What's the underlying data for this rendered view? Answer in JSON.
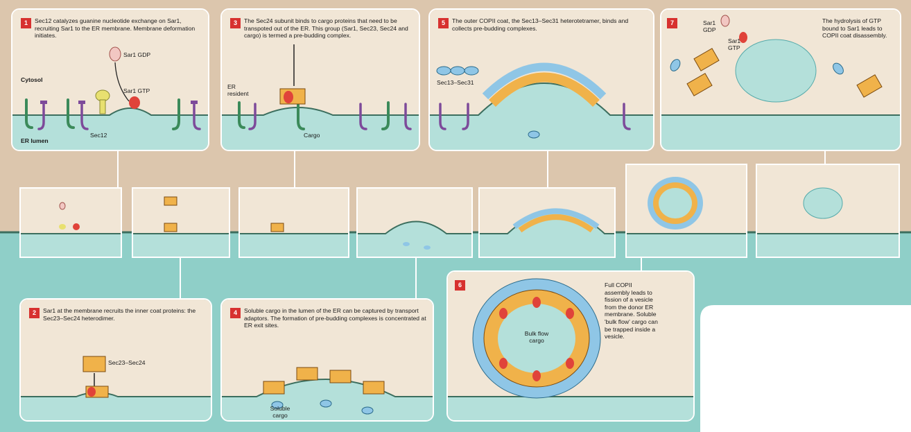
{
  "colors": {
    "cytosol": "#dcc6ad",
    "lumen": "#8fcfc8",
    "panel_top": "#f1e6d6",
    "panel_lumen": "#b4e0da",
    "membrane": "#3c6e5e",
    "coat_inner": "#f0b24a",
    "coat_outer": "#8fc6e6",
    "sar1": "#e0433a",
    "badge": "#d7312f"
  },
  "steps": {
    "s1": {
      "num": "1",
      "text": "Sec12 catalyzes guanine nucleotide exchange on Sar1, recruiting Sar1 to the ER membrane. Membrane deformation initiates.",
      "sar1_gdp": "Sar1 GDP",
      "sar1_gtp": "Sar1 GTP",
      "sec12": "Sec12",
      "cytosol": "Cytosol",
      "lumen": "ER lumen"
    },
    "s2": {
      "num": "2",
      "text": "Sar1 at the membrane recruits the inner coat proteins: the Sec23–Sec24 heterodimer.",
      "sec23_24": "Sec23–Sec24"
    },
    "s3": {
      "num": "3",
      "text": "The Sec24 subunit binds to cargo proteins that need to be transpoted out of the ER. This group (Sar1, Sec23, Sec24 and cargo) is termed a pre-budding complex.",
      "er_resident": "ER resident",
      "cargo": "Cargo"
    },
    "s4": {
      "num": "4",
      "text": "Soluble cargo in the lumen of the ER can be captured by transport adaptors. The formation of pre-budding complexes is concentrated at ER exit sites.",
      "soluble_cargo": "Soluble cargo"
    },
    "s5": {
      "num": "5",
      "text": "The outer COPII coat, the Sec13–Sec31 heterotetramer, binds and collects pre-budding complexes.",
      "sec13_31": "Sec13–Sec31"
    },
    "s6": {
      "num": "6",
      "text": "Full COPII assembly leads to fission of a vesicle from the donor ER membrane. Soluble 'bulk flow' cargo can be trapped inside a vesicle.",
      "bulk_flow": "Bulk flow cargo"
    },
    "s7": {
      "num": "7",
      "text": "The hydrolysis of GTP bound to Sar1 leads to COPII coat disassembly.",
      "sar1_gdp": "Sar1 GDP",
      "sar1_gtp": "Sar1 GTP"
    }
  }
}
